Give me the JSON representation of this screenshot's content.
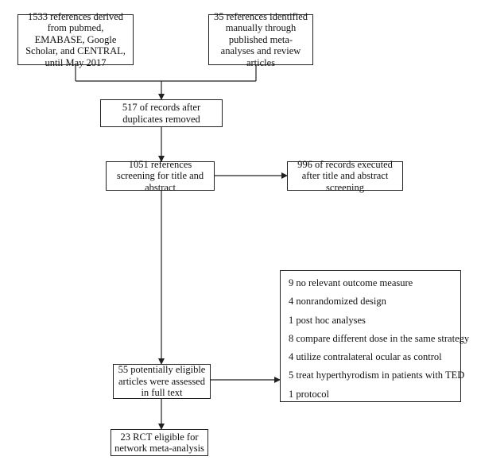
{
  "boxes": {
    "pubmed_refs": "1533 references derived from pubmed, EMABASE, Google Scholar, and CENTRAL, until May 2017",
    "manual_refs": "35 references identified manually through published meta-analyses and review articles",
    "after_duplicates": "517 of records after duplicates removed",
    "screening": "1051 references screening for title and abstract",
    "excluded_screening": "996 of records executed after title and abstract screening",
    "full_text": "55 potentially eligible articles were assessed in full text",
    "final": "23 RCT eligible for network meta-analysis"
  },
  "exclusions": [
    "9 no relevant outcome measure",
    "4 nonrandomized design",
    "1 post hoc analyses",
    "8 compare different dose in the same strategy",
    "4 utilize contralateral ocular as control",
    "5 treat hyperthyrodism in patients with TED",
    "1 protocol"
  ]
}
